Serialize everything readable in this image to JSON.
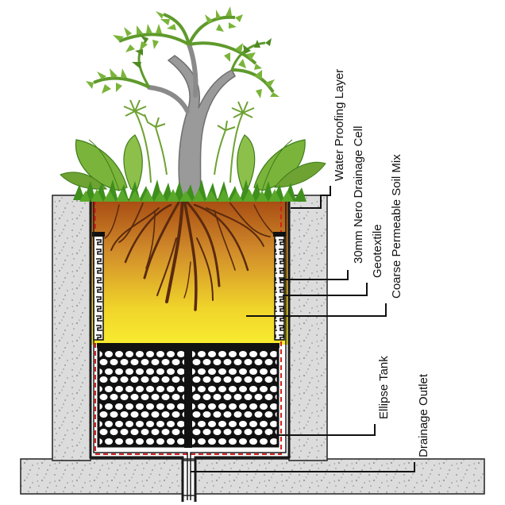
{
  "labels": {
    "waterproofing": "Water Proofing Layer",
    "drainage_cell": "30mm Nero Drainage Cell",
    "geotextile": "Geotextile",
    "soil_mix": "Coarse Permeable Soil Mix",
    "ellipse_tank": "Ellipse Tank",
    "drainage_outlet": "Drainage Outlet"
  },
  "colors": {
    "concrete": "#dcdcdc",
    "concrete_speckle": "#8a8a8a",
    "soil_top": "#a64a12",
    "soil_bottom": "#f2e81e",
    "root": "#5a2a0e",
    "tank_fill": "#111111",
    "liner": "#1a1a1a",
    "geotextile_dash": "#d42020",
    "leaf_light": "#7ab43a",
    "leaf_dark": "#3f7d1c",
    "trunk": "#9a9a9a"
  }
}
